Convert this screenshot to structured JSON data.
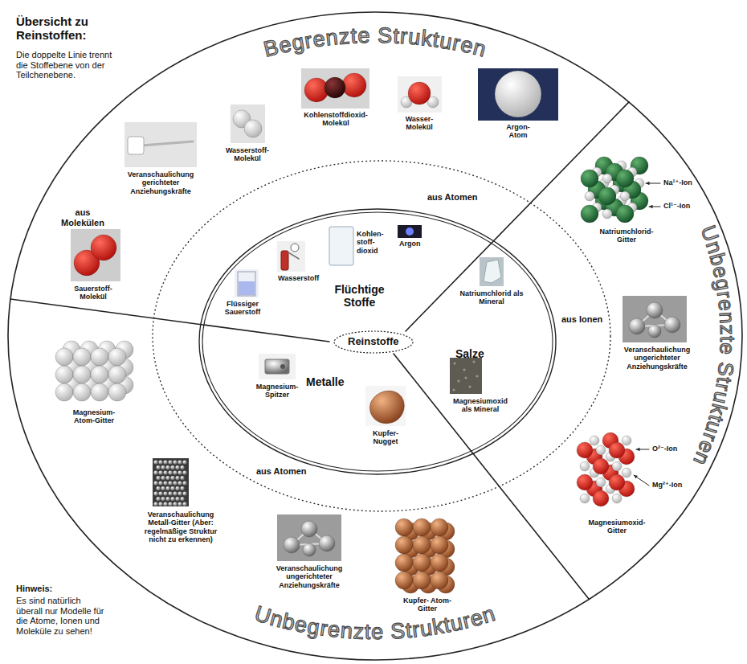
{
  "diagram": {
    "title": "Übersicht zu Reinstoffen:",
    "nodes": [
      {
        "text": [
          "Reinstoffe"
        ]
      }
    ],
    "labels": [
      "Die doppelte Linie trennt die Stoffebene von der Teilchenebene.",
      "Begrenzte Strukturen",
      "Wasserstoff- Molekül",
      "Kohlenstoffdioxid- Molekül",
      "Wasser- Molekül",
      "Argon- Atom",
      "Veranschaulichung gerichteter Anziehungskräfte",
      "aus Atomen",
      "aus Molekülen",
      "Kohlen- stoff- dioxid",
      "Wasserstoff",
      "Argon",
      "Sauerstoff- Molekül",
      "Flüssiger Sauerstoff",
      "Flüchtige Stoffe",
      "Natriumchlorid als Mineral",
      "Salze",
      "Magnesiumoxid als Mineral",
      "Metalle",
      "Magnesium- Spitzer",
      "Kupfer- Nugget",
      "aus Ionen",
      "aus Atomen",
      "Na¹⁺-Ion",
      "Cl¹⁻-Ion",
      "Natriumchlorid- Gitter",
      "Unbegrenzte Strukturen",
      "Veranschaulichung ungerichteter Anziehungskräfte",
      "Magnesium- Atom-Gitter",
      "O²⁻-Ion",
      "Mg²⁺-Ion",
      "Magnesiumoxid- Gitter",
      "Veranschaulichung Metall-Gitter (Aber: regelmäßige Struktur nicht zu erkennen)",
      "Veranschaulichung ungerichteter Anziehungskräfte",
      "Kupfer- Atom-Gitter",
      "Hinweis:",
      "Es sind natürlich überall nur Modelle für die Atome, Ionen und Moleküle zu sehen!",
      "Unbegrenzte Strukturen"
    ]
  }
}
